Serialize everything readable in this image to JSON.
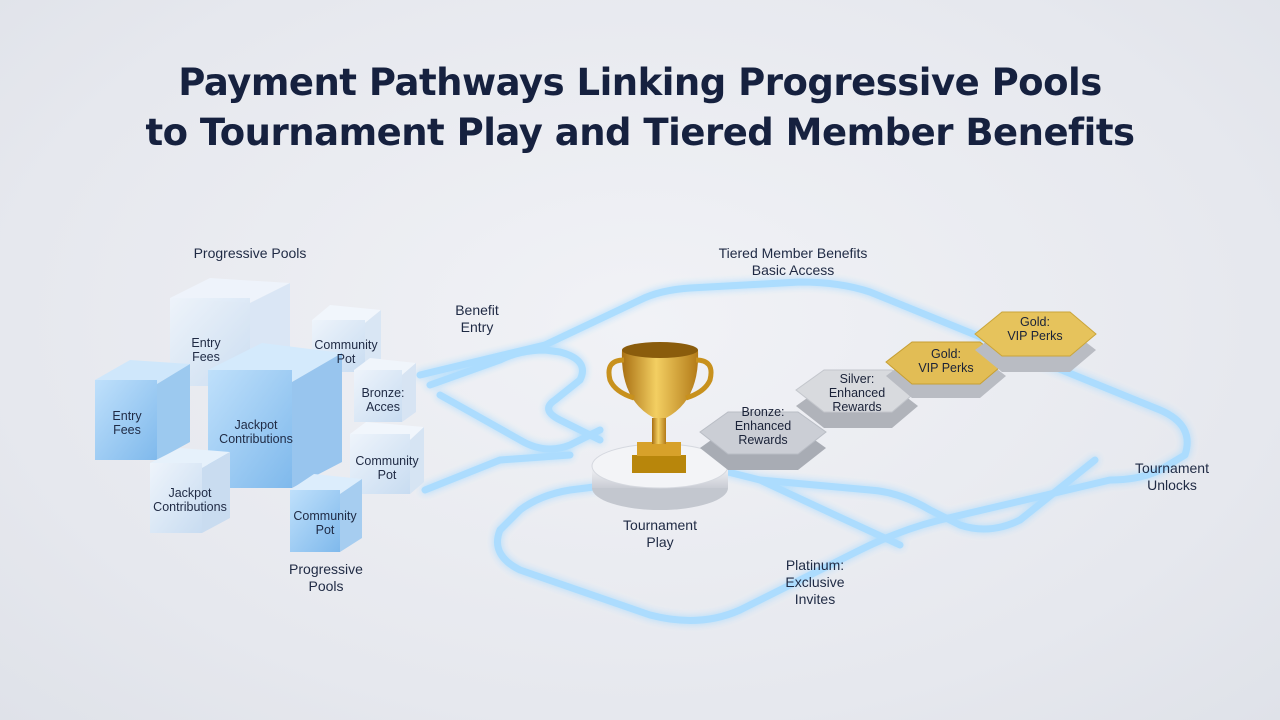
{
  "title": {
    "line1": "Payment Pathways Linking Progressive Pools",
    "line2": "to Tournament Play and Tiered Member Benefits"
  },
  "pools": {
    "header": "Progressive Pools",
    "footer": [
      "Progressive",
      "Pools"
    ],
    "cubes": [
      [
        "Entry",
        "Fees"
      ],
      [
        "Community",
        "Pot"
      ],
      [
        "Bronze:",
        "Acces"
      ],
      [
        "Entry",
        "Fees"
      ],
      [
        "Jackpot",
        "Contributions"
      ],
      [
        "Community",
        "Pot"
      ],
      [
        "Jackpot",
        "Contributions"
      ],
      [
        "Community",
        "Pot"
      ]
    ]
  },
  "flow": {
    "benefit_entry": [
      "Benefit",
      "Entry"
    ],
    "tiered_header": [
      "Tiered Member Benefits",
      "Basic Access"
    ],
    "tournament_play": [
      "Tournament",
      "Play"
    ],
    "tournament_unlocks": [
      "Tournament",
      "Unlocks"
    ],
    "platinum": [
      "Platinum:",
      "Exclusive",
      "Invites"
    ]
  },
  "tiers": [
    {
      "lines": [
        "Bronze:",
        "Enhanced",
        "Rewards"
      ],
      "color": "#c9ccd3"
    },
    {
      "lines": [
        "Silver:",
        "Enhanced",
        "Rewards"
      ],
      "color": "#d6d8dd"
    },
    {
      "lines": [
        "Gold:",
        "VIP Perks"
      ],
      "color": "#e2bd55"
    },
    {
      "lines": [
        "Gold:",
        "VIP Perks"
      ],
      "color": "#e6c35c"
    }
  ],
  "colors": {
    "glow": "#8fd0ff",
    "trophy": "#d9a326"
  },
  "icons": {
    "trophy": "trophy-icon"
  }
}
